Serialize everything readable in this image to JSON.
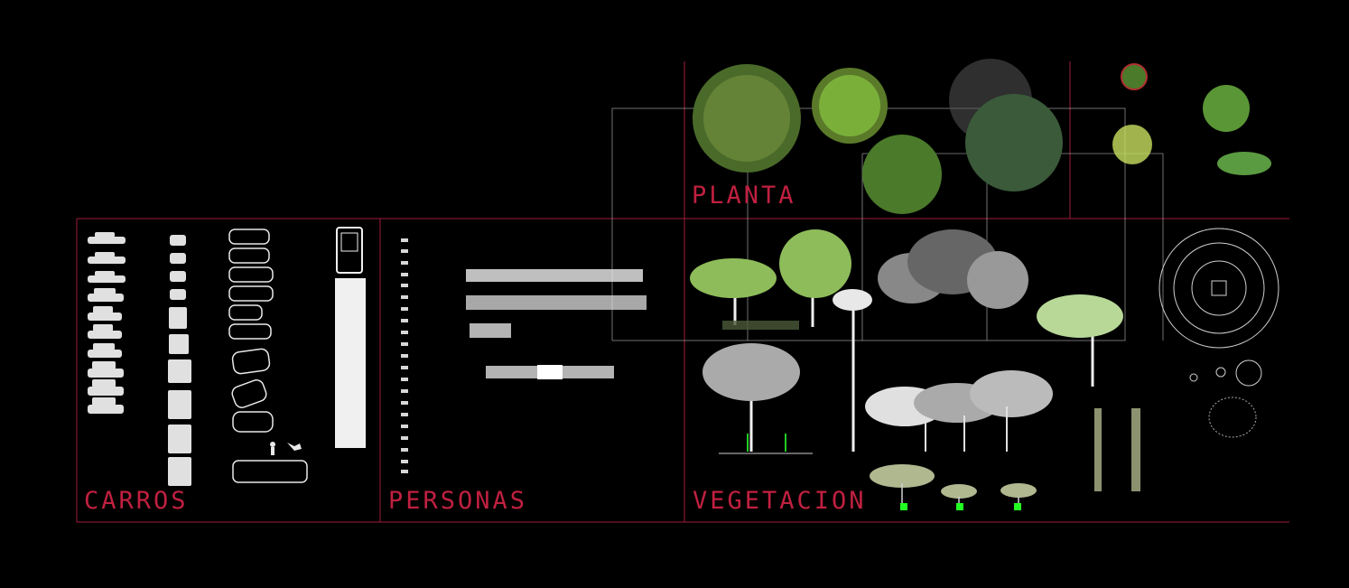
{
  "labels": {
    "planta": "PLANTA",
    "carros": "CARROS",
    "personas": "PERSONAS",
    "vegetacion": "VEGETACION"
  },
  "colors": {
    "background": "#000000",
    "frame": "#a01c3c",
    "label": "#c02040",
    "vehicle": "#e8e8e8",
    "foliage_light": "#9acb5a",
    "foliage_dark": "#4a6a2a",
    "trunk": "#f0f0f0",
    "marker": "#22ff22"
  },
  "icons": [
    "car-icon",
    "truck-icon",
    "bus-icon",
    "person-silhouette-icon",
    "tree-elevation-icon",
    "tree-plan-icon",
    "palm-icon",
    "shrub-icon"
  ]
}
